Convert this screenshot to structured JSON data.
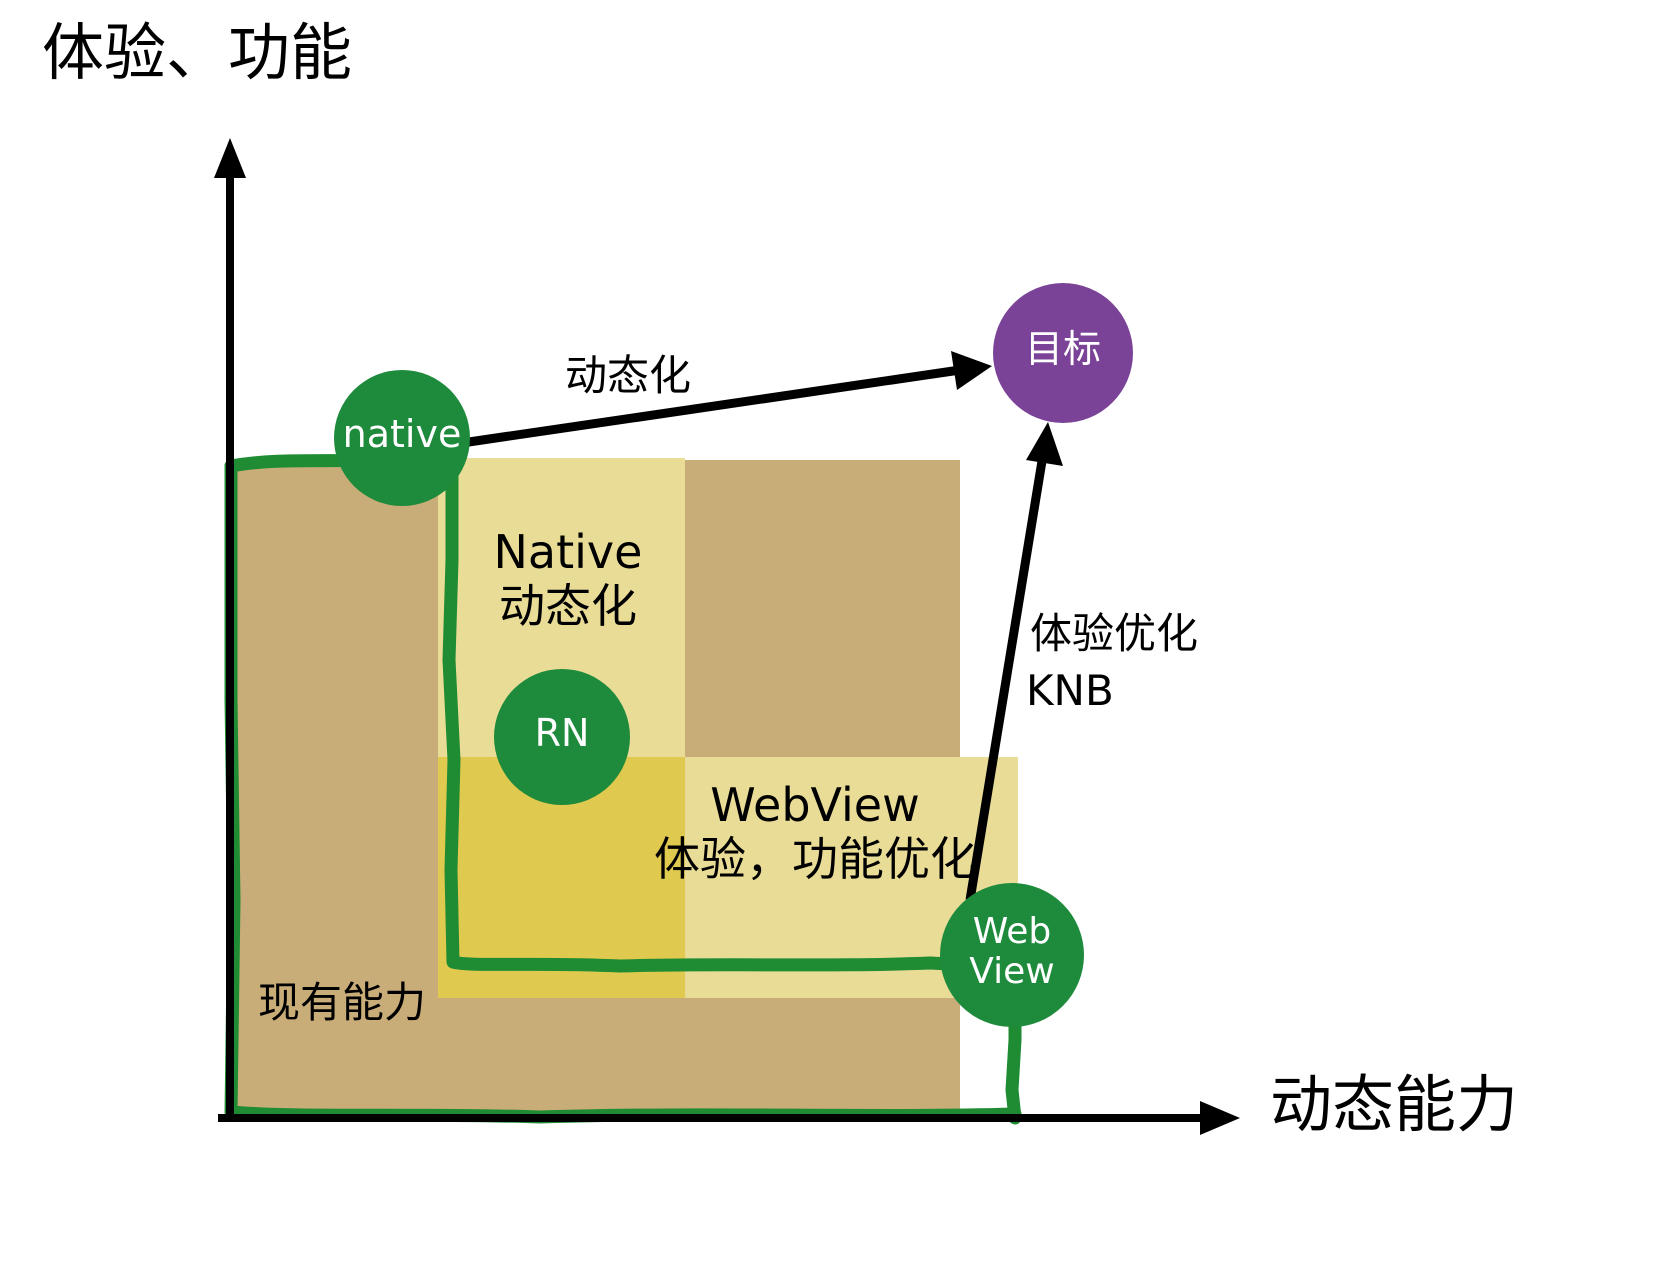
{
  "diagram": {
    "axes": {
      "y_label": "体验、功能",
      "x_label": "动态能力"
    },
    "regions": [
      {
        "name": "existing-capability",
        "label": "现有能力",
        "color": "#c9ad79"
      },
      {
        "name": "native-dynamic",
        "label": "Native\n动态化",
        "color": "#e8dc96"
      },
      {
        "name": "webview-optimization",
        "label": "WebView\n体验，功能优化",
        "color": "#e8dc96"
      },
      {
        "name": "overlap",
        "label": "",
        "color": "#e0c94f"
      }
    ],
    "region_labels": {
      "native": "Native\n动态化",
      "webview": "WebView\n体验，功能优化",
      "existing": "现有能力"
    },
    "nodes": [
      {
        "name": "native",
        "label": "native",
        "color": "#1e8a3c",
        "text_color": "#ffffff"
      },
      {
        "name": "rn",
        "label": "RN",
        "color": "#1e8a3c",
        "text_color": "#ffffff"
      },
      {
        "name": "webview",
        "label": "Web\nView",
        "color": "#1e8a3c",
        "text_color": "#ffffff"
      },
      {
        "name": "goal",
        "label": "目标",
        "color": "#7b4397",
        "text_color": "#ffffff"
      }
    ],
    "node_labels": {
      "native": "native",
      "rn": "RN",
      "webview": "Web\nView",
      "goal": "目标"
    },
    "edges": [
      {
        "name": "native-to-goal",
        "label": "动态化"
      },
      {
        "name": "webview-to-goal",
        "label": "体验优化"
      },
      {
        "name": "webview-to-goal-sub",
        "label": "KNB"
      }
    ],
    "edge_labels": {
      "dynamic": "动态化",
      "experience": "体验优化",
      "knb": "KNB"
    },
    "colors": {
      "tan": "#c9ad79",
      "yellow_light": "#e8dc96",
      "yellow_dark": "#e0c94f",
      "green": "#1e8a3c",
      "purple": "#7b4397",
      "axis": "#000000"
    }
  }
}
